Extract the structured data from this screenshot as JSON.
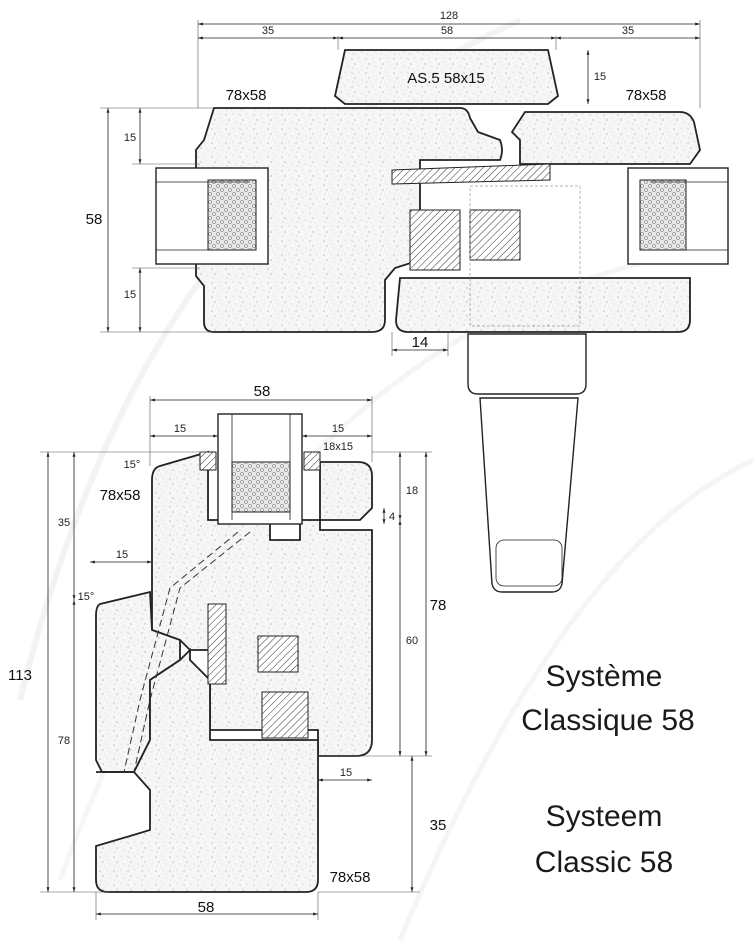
{
  "top_section": {
    "dims": {
      "total_width": "128",
      "left_width": "35",
      "center_width": "58",
      "right_width": "35",
      "cap_height": "15",
      "left_height": "58",
      "upper_offset": "15",
      "lower_offset": "15",
      "rebate": "14"
    },
    "labels": {
      "cap": "AS.5  58x15",
      "left_profile": "78x58",
      "right_profile": "78x58"
    }
  },
  "bottom_section": {
    "dims": {
      "top_width": "58",
      "left_15": "15",
      "right_15": "15",
      "bead": "18x15",
      "angle_top": "15°",
      "angle_mid": "15°",
      "left_35": "35",
      "left_15b": "15",
      "total_113": "113",
      "left_78": "78",
      "right_18": "18",
      "right_4": "4",
      "right_60": "60",
      "right_78": "78",
      "bottom_15": "15",
      "bottom_35": "35",
      "bottom_width": "58"
    },
    "labels": {
      "upper_profile": "78x58",
      "lower_profile": "78x58"
    }
  },
  "titles": {
    "french_line1": "Système",
    "french_line2": "Classique 58",
    "dutch_line1": "Systeem",
    "dutch_line2": "Classic 58"
  }
}
